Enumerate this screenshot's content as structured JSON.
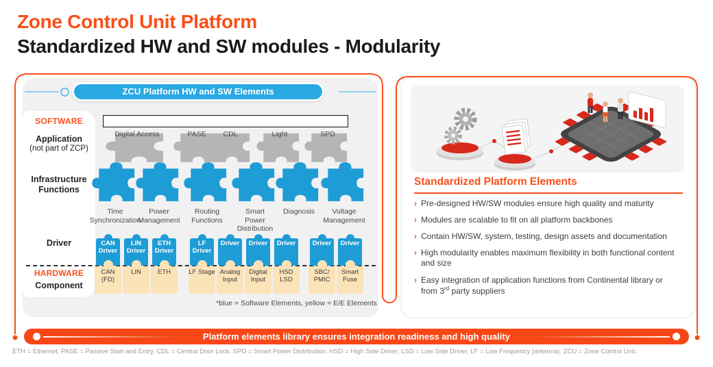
{
  "header": {
    "title": "Zone Control Unit Platform",
    "subtitle": "Standardized HW and SW modules - Modularity"
  },
  "left_panel": {
    "header_pill": "ZCU Platform HW and SW Elements",
    "row_labels": {
      "software": "SOFTWARE",
      "application": "Application",
      "application_note": "(not part of ZCP)",
      "infrastructure": "Infrastructure Functions",
      "driver": "Driver",
      "hardware": "HARDWARE",
      "component": "Component"
    },
    "application_modules": [
      "Digital Access",
      "PASE",
      "CDL",
      "Light",
      "SPD"
    ],
    "infrastructure_modules": [
      "Time Synchronization",
      "Power Management",
      "Routing Functions",
      "Smart Power Distribution",
      "Diagnosis",
      "Voltage Management"
    ],
    "driver_modules": [
      "CAN Driver",
      "LIN Driver",
      "ETH Driver",
      "LF Driver",
      "Driver",
      "Driver",
      "Driver",
      "Driver",
      "Driver"
    ],
    "hardware_modules": [
      "CAN (FD)",
      "LIN",
      "ETH",
      "LF Stage",
      "Analog Input",
      "Digital Input",
      "HSD LSD",
      "SBC/ PMIC",
      "Smart Fuse"
    ],
    "legend_note": "*blue = Software Elements, yellow = E/E Elements"
  },
  "right_panel": {
    "heading": "Standardized Platform Elements",
    "bullets": [
      "Pre-designed HW/SW modules ensure high quality and maturity",
      "Modules are scalable to fit on all platform backbones",
      "Contain HW/SW, system, testing, design assets and documentation",
      "High modularity enables maximum flexibility in both functional content and size"
    ],
    "bullet_supplier": {
      "pre": "Easy integration of application functions from Continental library or from 3",
      "sup": "rd",
      "post": " party suppliers"
    },
    "illustration_icons": [
      "gears-icon",
      "documents-icon",
      "chip-platform-icon",
      "team-figures-icon",
      "bar-chart-board-icon"
    ]
  },
  "bottom_bar": {
    "text": "Platform elements library ensures integration readiness and high quality"
  },
  "footer": "ETH = Ethernet, PASE = Passive Start and Entry, CDL = Central Door Lock, SPD = Smart Power Distribution, HSD = High Side Driver, LSD = Low Side Driver, LF = Low Frequency (antenna), ZCU = Zone Control Unit.",
  "colors": {
    "accent_orange": "#F94E1A",
    "bar_orange": "#F74716",
    "pill_blue": "#29A9E1",
    "module_blue": "#1E9CD6",
    "module_gray": "#B5B5B5",
    "module_yellow": "#FBE3B8",
    "illustration_red": "#D8291D"
  }
}
